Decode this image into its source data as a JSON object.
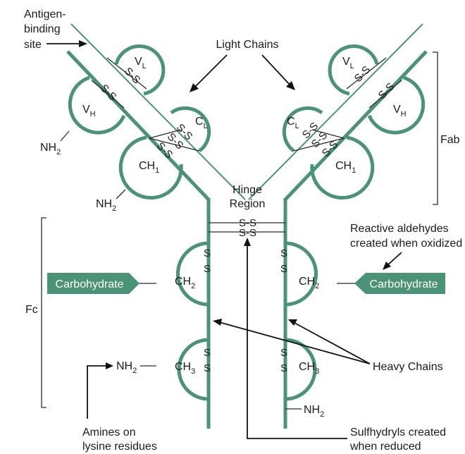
{
  "labels": {
    "antigen_binding_site": [
      "Antigen-",
      "binding",
      "site"
    ],
    "light_chains": "Light Chains",
    "heavy_chains": "Heavy Chains",
    "hinge_region": [
      "Hinge",
      "Region"
    ],
    "fab": "Fab",
    "fc": "Fc",
    "reactive_aldehydes": [
      "Reactive aldehydes",
      "created when oxidized"
    ],
    "amines": [
      "Amines on",
      "lysine residues"
    ],
    "sulfhydryls": [
      "Sulfhydryls created",
      "when reduced"
    ],
    "carbohydrate": "Carbohydrate",
    "nh2": "NH",
    "nh2_sub": "2",
    "disulfide": "S-S",
    "sulfur": "S"
  },
  "domains": {
    "vl": {
      "main": "V",
      "sub": "L"
    },
    "vh": {
      "main": "V",
      "sub": "H"
    },
    "cl": {
      "main": "C",
      "sub": "L"
    },
    "ch1": {
      "main": "CH",
      "sub": "1"
    },
    "ch2": {
      "main": "CH",
      "sub": "2"
    },
    "ch3": {
      "main": "CH",
      "sub": "3"
    }
  },
  "colors": {
    "chain_green": "#4a9376",
    "carbohydrate_fill": "#4a9376",
    "text": "#1a1a1a"
  }
}
